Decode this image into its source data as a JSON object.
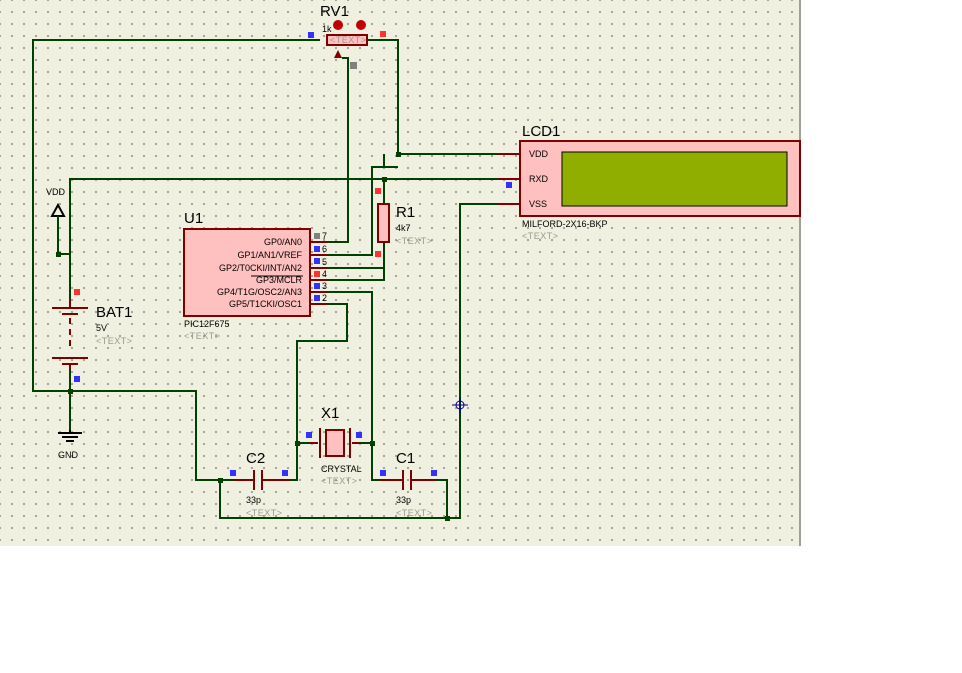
{
  "components": {
    "rv1": {
      "ref": "RV1",
      "value": "1k",
      "text": "<TEXT>"
    },
    "lcd1": {
      "ref": "LCD1",
      "part": "MILFORD-2X16-BKP",
      "text": "<TEXT>",
      "pins": [
        "VDD",
        "RXD",
        "VSS"
      ],
      "screen_color": "#8fae00"
    },
    "r1": {
      "ref": "R1",
      "value": "4k7",
      "text": "<TEXT>"
    },
    "u1": {
      "ref": "U1",
      "part": "PIC12F675",
      "text": "<TEXT>",
      "pins": [
        {
          "name": "GP0/AN0",
          "num": "7"
        },
        {
          "name": "GP1/AN1/VREF",
          "num": "6"
        },
        {
          "name": "GP2/T0CKI/INT/AN2",
          "num": "5"
        },
        {
          "name": "GP3/MCLR",
          "num": "4"
        },
        {
          "name": "GP4/T1G/OSC2/AN3",
          "num": "3"
        },
        {
          "name": "GP5/T1CKI/OSC1",
          "num": "2"
        }
      ]
    },
    "bat1": {
      "ref": "BAT1",
      "value": "5V",
      "text": "<TEXT>"
    },
    "vdd": {
      "label": "VDD"
    },
    "gnd": {
      "label": "GND"
    },
    "x1": {
      "ref": "X1",
      "value": "CRYSTAL",
      "text": "<TEXT>"
    },
    "c2": {
      "ref": "C2",
      "value": "33p",
      "text": "<TEXT>"
    },
    "c1": {
      "ref": "C1",
      "value": "33p",
      "text": "<TEXT>"
    }
  },
  "colors": {
    "sheet": "#f0f0e0",
    "wire": "#004000",
    "body": "#ffc0c0",
    "outline": "#800000",
    "pin_in": "#3232ff",
    "pin_out": "#ff3232"
  }
}
